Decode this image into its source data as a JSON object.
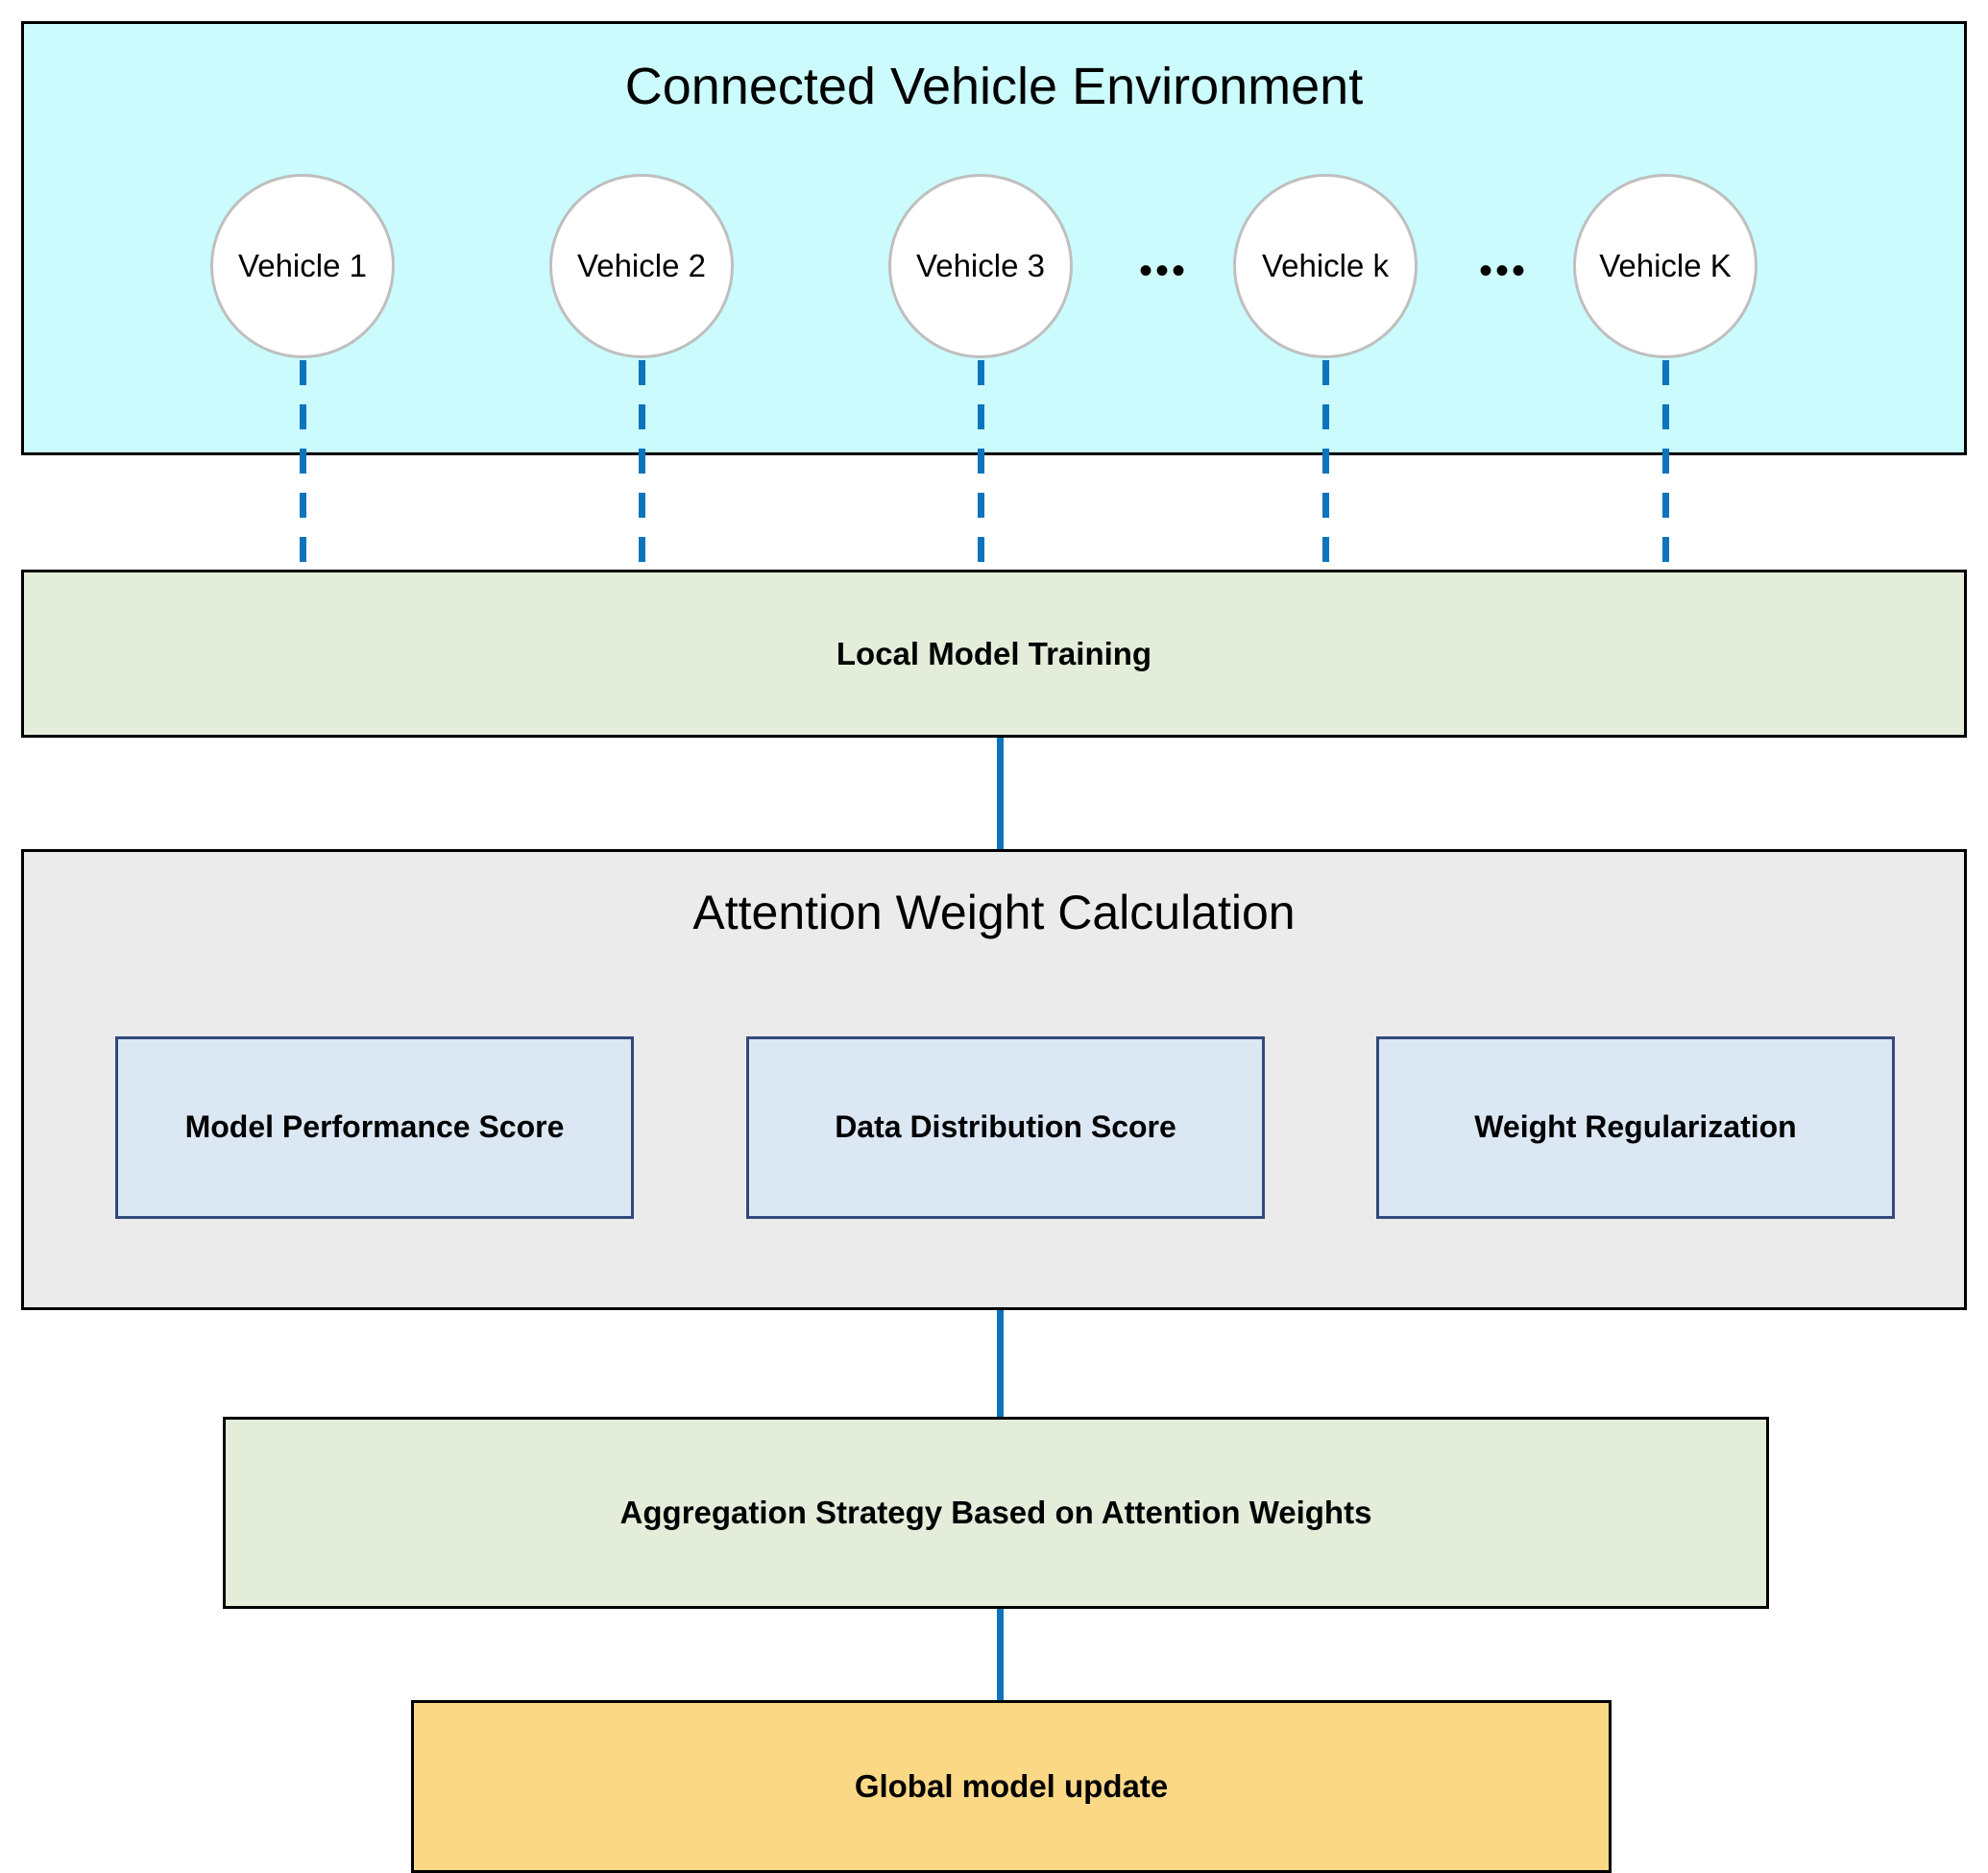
{
  "diagram": {
    "title": "Connected Vehicle Environment",
    "environment": {
      "label": "Connected Vehicle Environment",
      "vehicles": [
        {
          "label": "Vehicle 1"
        },
        {
          "label": "Vehicle 2"
        },
        {
          "label": "Vehicle 3"
        },
        {
          "label": "Vehicle k"
        },
        {
          "label": "Vehicle K"
        }
      ],
      "ellipsis": [
        "•••",
        "•••"
      ]
    },
    "local_training": {
      "label": "Local Model Training"
    },
    "attention": {
      "title": "Attention Weight Calculation",
      "components": [
        {
          "label": "Model Performance Score"
        },
        {
          "label": "Data Distribution Score"
        },
        {
          "label": "Weight Regularization"
        }
      ]
    },
    "aggregation": {
      "label": "Aggregation Strategy Based on Attention Weights"
    },
    "global_update": {
      "label": "Global model update"
    },
    "colors": {
      "environment_fill": "#CBFBFD",
      "green_fill": "#E3EDDA",
      "gray_fill": "#EBEBEB",
      "orange_fill": "#FBD885",
      "subbox_fill": "#DCE7F4",
      "connector_blue": "#0B74BD",
      "vehicle_border": "#BFBFBF",
      "box_border": "#000000"
    }
  }
}
